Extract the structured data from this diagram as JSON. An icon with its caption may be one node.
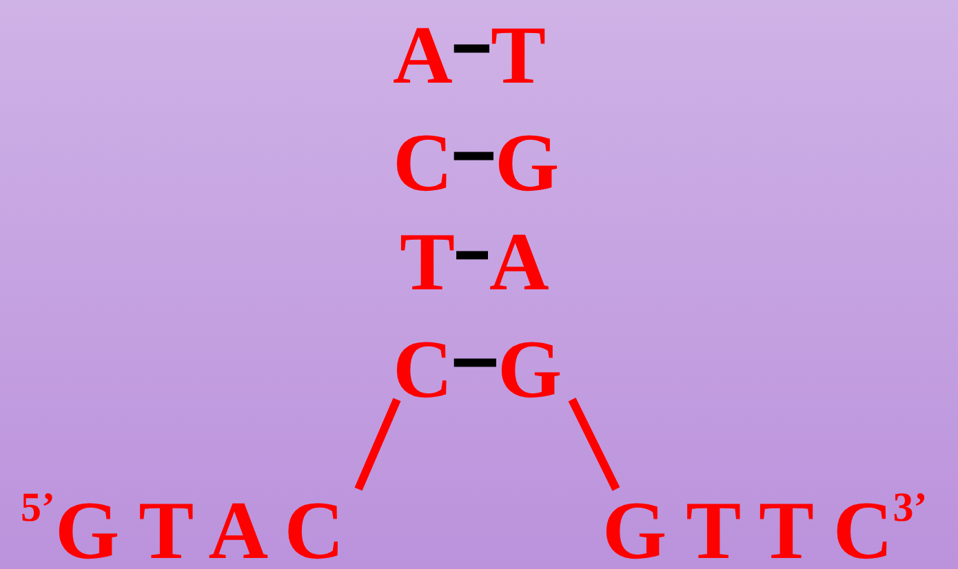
{
  "diagram": {
    "nodes": [
      {
        "text": [
          "A"
        ]
      },
      {
        "text": [
          "T"
        ]
      },
      {
        "text": [
          "C"
        ]
      },
      {
        "text": [
          "G"
        ]
      },
      {
        "text": [
          "T"
        ]
      },
      {
        "text": [
          "A"
        ]
      },
      {
        "text": [
          "C"
        ]
      },
      {
        "text": [
          "G"
        ]
      },
      {
        "text": [
          "$^{5’}$G T A C"
        ]
      },
      {
        "text": [
          "G T T C$^{3’}$"
        ]
      }
    ],
    "edges": [
      {
        "from": 0,
        "to": 1,
        "arrow": "none"
      },
      {
        "from": 2,
        "to": 3,
        "arrow": "none"
      },
      {
        "from": 4,
        "to": 5,
        "arrow": "none"
      },
      {
        "from": 6,
        "to": 7,
        "arrow": "none"
      },
      {
        "from": 6,
        "to": 8,
        "arrow": "none",
        "color": "#ff0000"
      },
      {
        "from": 7,
        "to": 9,
        "arrow": "none",
        "color": "#ff0000"
      }
    ]
  }
}
